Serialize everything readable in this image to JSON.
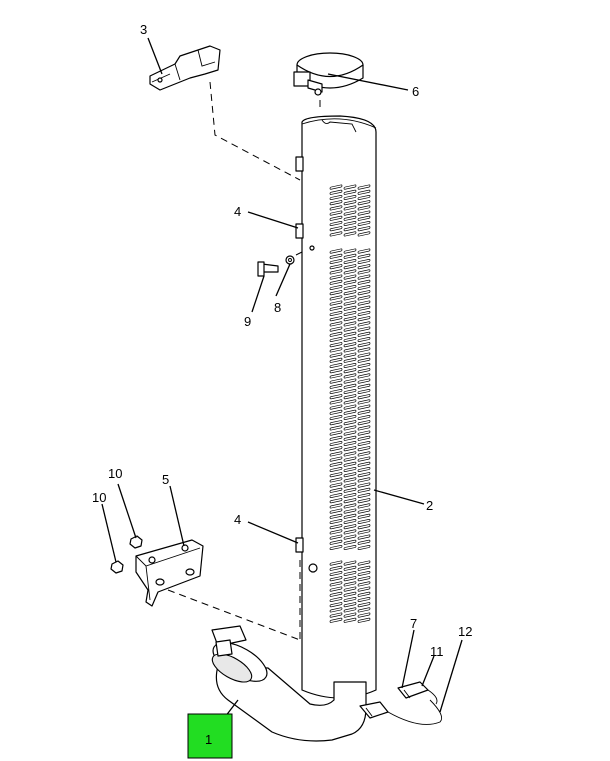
{
  "callouts": {
    "c1": "1",
    "c2": "2",
    "c3": "3",
    "c4a": "4",
    "c4b": "4",
    "c5": "5",
    "c6": "6",
    "c7": "7",
    "c8": "8",
    "c9": "9",
    "c10a": "10",
    "c10b": "10",
    "c11": "11",
    "c12": "12"
  },
  "colors": {
    "highlight": "#22dd22",
    "line": "#000000",
    "background": "#ffffff"
  }
}
